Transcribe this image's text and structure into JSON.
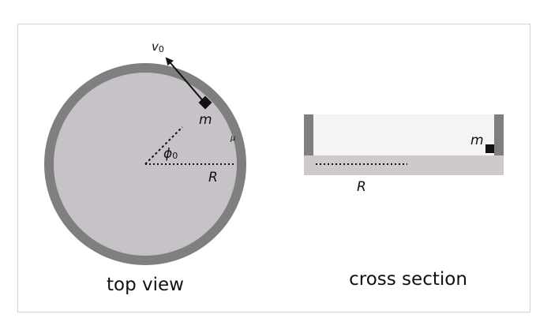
{
  "top_view": {
    "caption": "top view",
    "velocity_label": {
      "symbol": "v",
      "subscript": "0"
    },
    "mass_label": "m",
    "friction_label": "μ",
    "angle_label": {
      "symbol": "ϕ",
      "subscript": "0"
    },
    "radius_label": "R"
  },
  "cross_section": {
    "caption": "cross section",
    "mass_label": "m",
    "radius_label": "R"
  },
  "colors": {
    "wall": "#7f7f7f",
    "disk": "#c6c2c7",
    "cross_interior": "#f4f4f6",
    "cross_base": "#cdc9cd",
    "mass": "#111111",
    "frame_border": "#d2d2d2"
  }
}
